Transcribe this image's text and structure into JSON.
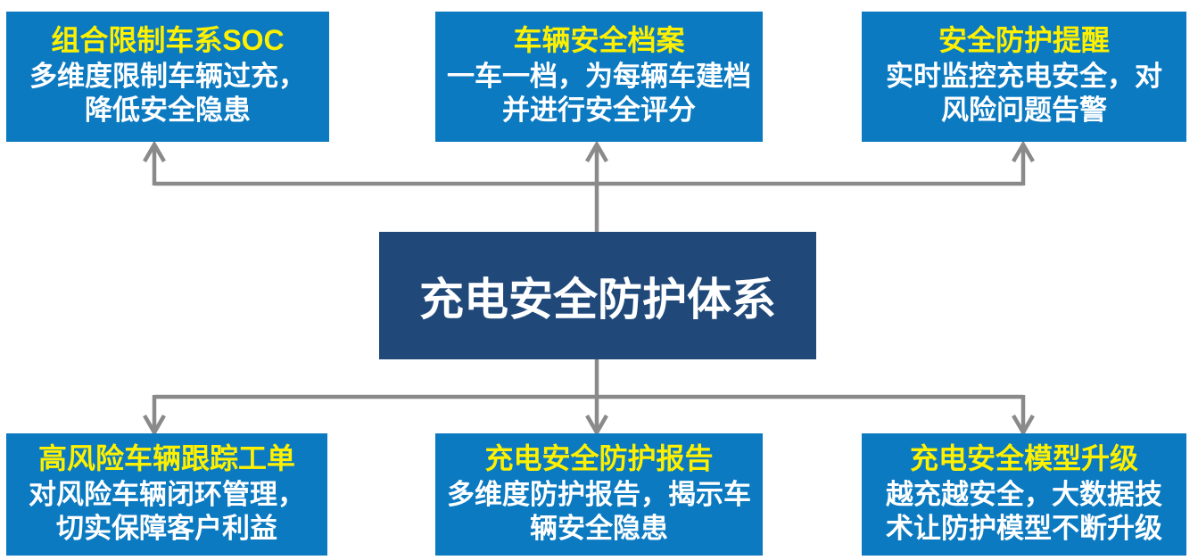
{
  "diagram": {
    "center": {
      "title": "充电安全防护体系"
    },
    "top_boxes": [
      {
        "title": "组合限制车系SOC",
        "description": "多维度限制车辆过充，降低安全隐患"
      },
      {
        "title": "车辆安全档案",
        "description": "一车一档，为每辆车建档并进行安全评分"
      },
      {
        "title": "安全防护提醒",
        "description": "实时监控充电安全，对风险问题告警"
      }
    ],
    "bottom_boxes": [
      {
        "title": "高风险车辆跟踪工单",
        "description": "对风险车辆闭环管理，切实保障客户利益"
      },
      {
        "title": "充电安全防护报告",
        "description": "多维度防护报告，揭示车辆安全隐患"
      },
      {
        "title": "充电安全模型升级",
        "description": "越充越安全，大数据技术让防护模型不断升级"
      }
    ],
    "colors": {
      "box_blue": "#0b7ac1",
      "box_navy": "#20497a",
      "title_yellow": "#fdf000",
      "text_white": "#ffffff",
      "arrow_gray": "#8a8a8a",
      "page_bg": "#ffffff"
    }
  }
}
